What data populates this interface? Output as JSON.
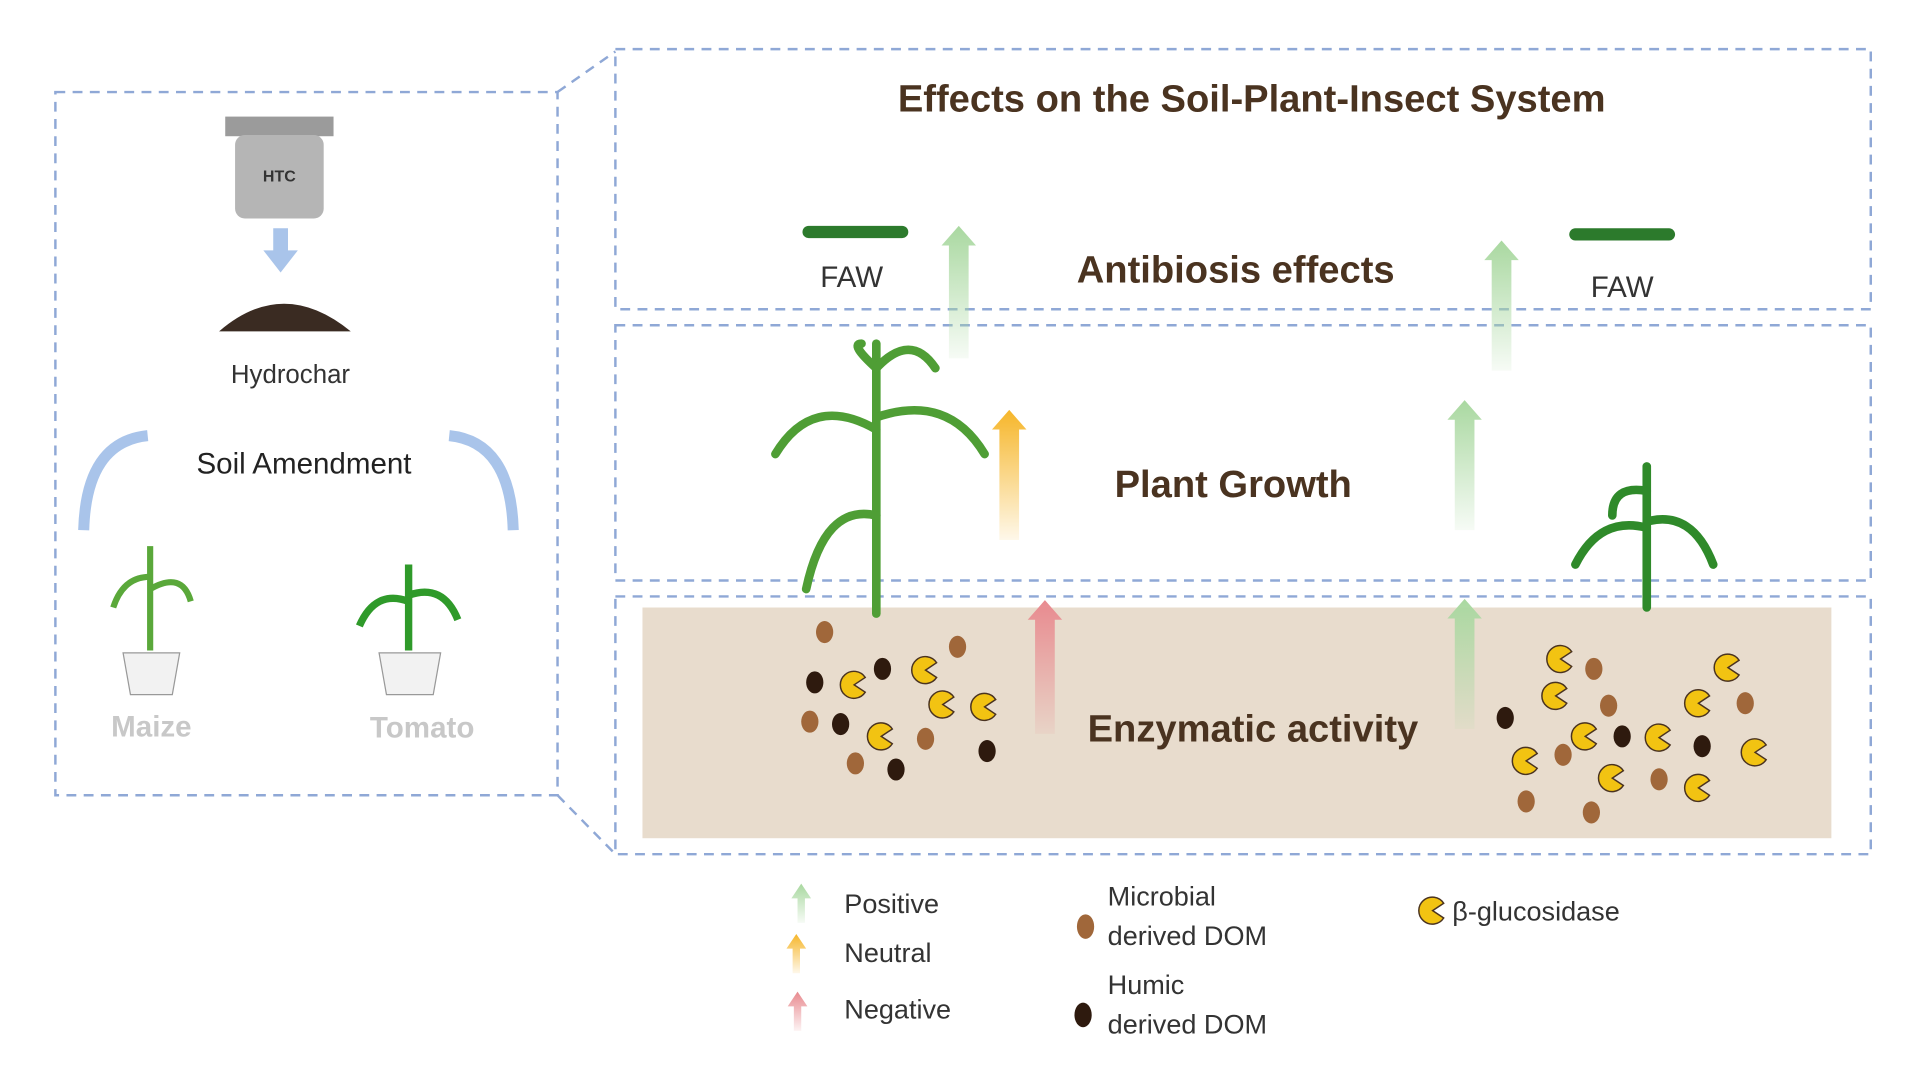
{
  "left_panel": {
    "reactor_label": "HTC",
    "hydrochar_label": "Hydrochar",
    "soil_amendment_label": "Soil Amendment",
    "maize_label": "Maize",
    "tomato_label": "Tomato"
  },
  "right_panel": {
    "title": "Effects on the Soil-Plant-Insect System",
    "antibiosis_label": "Antibiosis effects",
    "plant_growth_label": "Plant Growth",
    "enzymatic_label": "Enzymatic activity",
    "faw_left": "FAW",
    "faw_right": "FAW"
  },
  "legend": {
    "positive": "Positive",
    "neutral": "Neutral",
    "negative": "Negative",
    "microbial_1": "Microbial",
    "microbial_2": "derived DOM",
    "humic_1": "Humic",
    "humic_2": "derived DOM",
    "enzyme": "β-glucosidase"
  },
  "colors": {
    "positive": "#a9d8a0",
    "neutral": "#f6b62a",
    "negative": "#e88a8f",
    "soil": "#e8dccd",
    "microbial": "#a0673a",
    "humic": "#2e1a0e",
    "enzyme": "#f2c312"
  }
}
